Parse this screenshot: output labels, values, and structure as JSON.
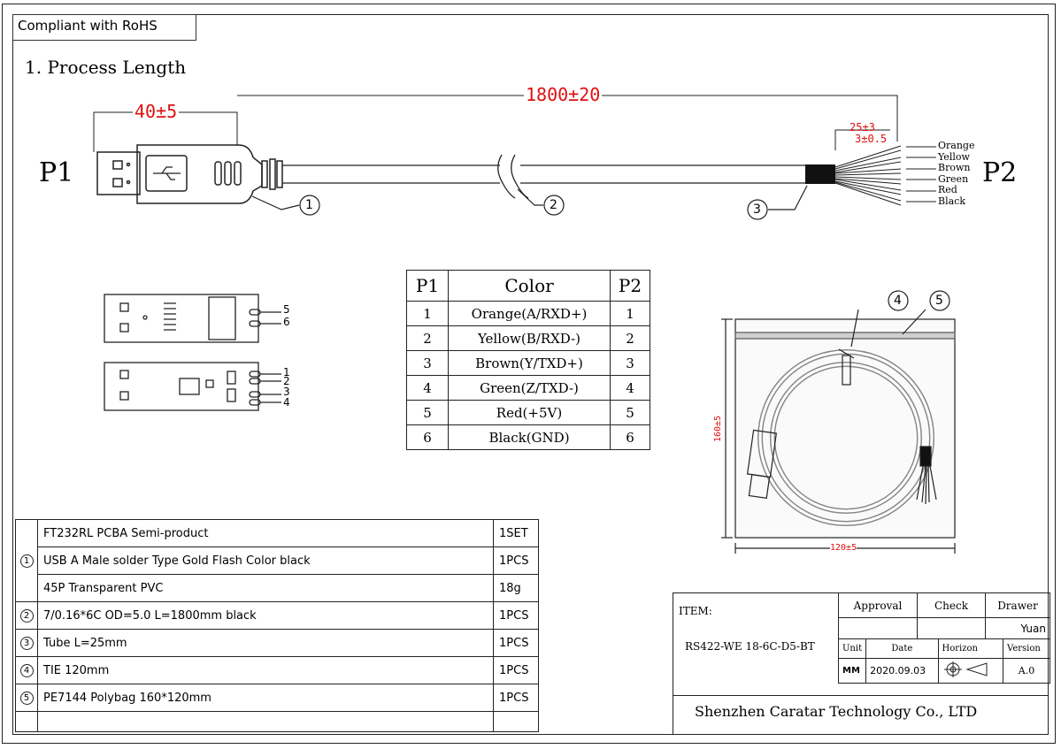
{
  "header": {
    "compliance": "Compliant with RoHS",
    "section_title": "1. Process Length"
  },
  "drawing": {
    "dim_plug_length": "40±5",
    "dim_total_length": "1800±20",
    "dim_strip_length": "25±3",
    "dim_tin_length": "3±0.5",
    "connector_left": "P1",
    "connector_right": "P2",
    "callouts": [
      "1",
      "2",
      "3",
      "4",
      "5"
    ],
    "wire_labels": [
      "Orange",
      "Yellow",
      "Brown",
      "Green",
      "Red",
      "Black"
    ],
    "pcb_top_pins": [
      "5",
      "6"
    ],
    "pcb_bottom_pins": [
      "1",
      "2",
      "3",
      "4"
    ],
    "bag_height_dim": "160±5",
    "bag_width_dim": "120±5"
  },
  "pin_table": {
    "headers": [
      "P1",
      "Color",
      "P2"
    ],
    "rows": [
      [
        "1",
        "Orange(A/RXD+)",
        "1"
      ],
      [
        "2",
        "Yellow(B/RXD-)",
        "2"
      ],
      [
        "3",
        "Brown(Y/TXD+)",
        "3"
      ],
      [
        "4",
        "Green(Z/TXD-)",
        "4"
      ],
      [
        "5",
        "Red(+5V)",
        "5"
      ],
      [
        "6",
        "Black(GND)",
        "6"
      ]
    ]
  },
  "bom": {
    "rows": [
      {
        "item": "",
        "desc": "FT232RL PCBA Semi-product",
        "qty": "1SET"
      },
      {
        "item": "1",
        "desc": "USB A Male solder Type Gold Flash Color black",
        "qty": "1PCS"
      },
      {
        "item": "",
        "desc": "45P Transparent PVC",
        "qty": "18g"
      },
      {
        "item": "2",
        "desc": "7/0.16*6C OD=5.0 L=1800mm black",
        "qty": "1PCS"
      },
      {
        "item": "3",
        "desc": "Tube L=25mm",
        "qty": "1PCS"
      },
      {
        "item": "4",
        "desc": "TIE 120mm",
        "qty": "1PCS"
      },
      {
        "item": "5",
        "desc": "PE7144 Polybag 160*120mm",
        "qty": "1PCS"
      },
      {
        "item": "",
        "desc": "",
        "qty": ""
      }
    ]
  },
  "title_block": {
    "item_label": "ITEM:",
    "item_value": "RS422-WE 18-6C-D5-BT",
    "approval": "Approval",
    "check": "Check",
    "drawer": "Drawer",
    "drawer_name": "Yuan",
    "unit_label": "Unit",
    "date_label": "Date",
    "horizon_label": "Horizon",
    "version_label": "Version",
    "unit_value": "MM",
    "date_value": "2020.09.03",
    "version_value": "A.0",
    "company": "Shenzhen Caratar Technology Co., LTD"
  }
}
